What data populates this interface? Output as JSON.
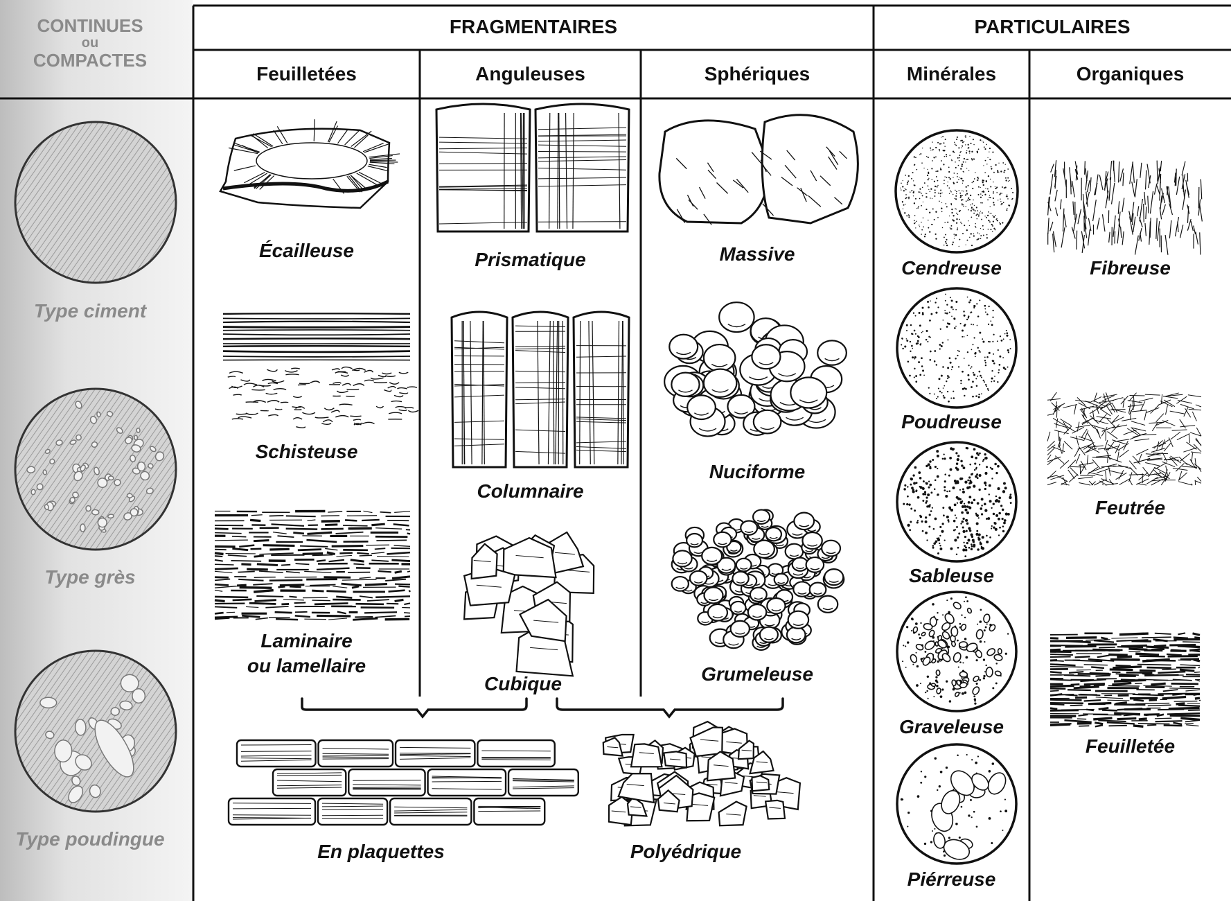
{
  "headers": {
    "continues": [
      "CONTINUES",
      "ou",
      "COMPACTES"
    ],
    "fragmentaires": "FRAGMENTAIRES",
    "particulaires": "PARTICULAIRES",
    "feuilletees": "Feuilletées",
    "anguleuses": "Anguleuses",
    "spheriques": "Sphériques",
    "minerales": "Minérales",
    "organiques": "Organiques"
  },
  "continues_items": [
    "Type ciment",
    "Type grès",
    "Type poudingue"
  ],
  "feuilletees_items": [
    "Écailleuse",
    "Schisteuse",
    "Laminaire",
    "ou lamellaire"
  ],
  "anguleuses_items": [
    "Prismatique",
    "Columnaire",
    "Cubique"
  ],
  "spheriques_items": [
    "Massive",
    "Nuciforme",
    "Grumeleuse"
  ],
  "combined_items": [
    "En plaquettes",
    "Polyédrique"
  ],
  "minerales_items": [
    "Cendreuse",
    "Poudreuse",
    "Sableuse",
    "Graveleuse",
    "Piérreuse"
  ],
  "organiques_items": [
    "Fibreuse",
    "Feutrée",
    "Feuilletée"
  ]
}
